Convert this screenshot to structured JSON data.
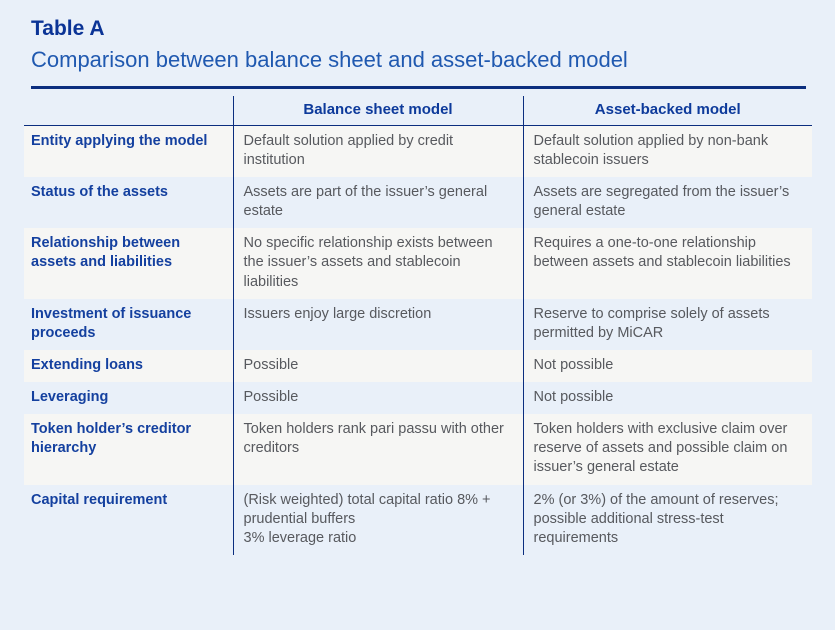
{
  "header": {
    "table_label": "Table A",
    "title": "Comparison between balance sheet and asset-backed model"
  },
  "table": {
    "column_headers": {
      "balance": "Balance sheet model",
      "asset": "Asset-backed model"
    },
    "rows": [
      {
        "label": "Entity applying the model",
        "balance": "Default solution applied by credit institution",
        "asset": "Default solution applied by non-bank stablecoin issuers"
      },
      {
        "label": "Status of the assets",
        "balance": "Assets are part of the issuer’s general estate",
        "asset": "Assets are segregated from the issuer’s general estate"
      },
      {
        "label": "Relationship between assets and liabilities",
        "balance": "No specific relationship exists between the issuer’s assets and stablecoin liabilities",
        "asset": "Requires a one-to-one relationship between assets and stablecoin liabilities"
      },
      {
        "label": "Investment of issuance proceeds",
        "balance": "Issuers enjoy large discretion",
        "asset": "Reserve to comprise solely of assets permitted by MiCAR"
      },
      {
        "label": "Extending loans",
        "balance": "Possible",
        "asset": "Not possible"
      },
      {
        "label": "Leveraging",
        "balance": "Possible",
        "asset": "Not possible"
      },
      {
        "label": "Token holder’s creditor hierarchy",
        "balance": "Token holders rank pari passu with other creditors",
        "asset": "Token holders with exclusive claim over reserve of assets and possible claim on issuer’s general estate"
      },
      {
        "label": "Capital requirement",
        "balance": "(Risk weighted) total capital ratio 8% + prudential buffers\n3% leverage ratio",
        "asset": "2% (or 3%) of the amount of reserves; possible additional stress-test requirements"
      }
    ]
  },
  "colors": {
    "page_background": "#e9f0f9",
    "rule_dark_blue": "#0b2e7f",
    "heading_blue": "#0d3a9b",
    "subtitle_blue": "#2059b0",
    "row_label_blue": "#14409f",
    "body_text_gray": "#57595e",
    "row_alt_background": "#f6f6f4"
  }
}
